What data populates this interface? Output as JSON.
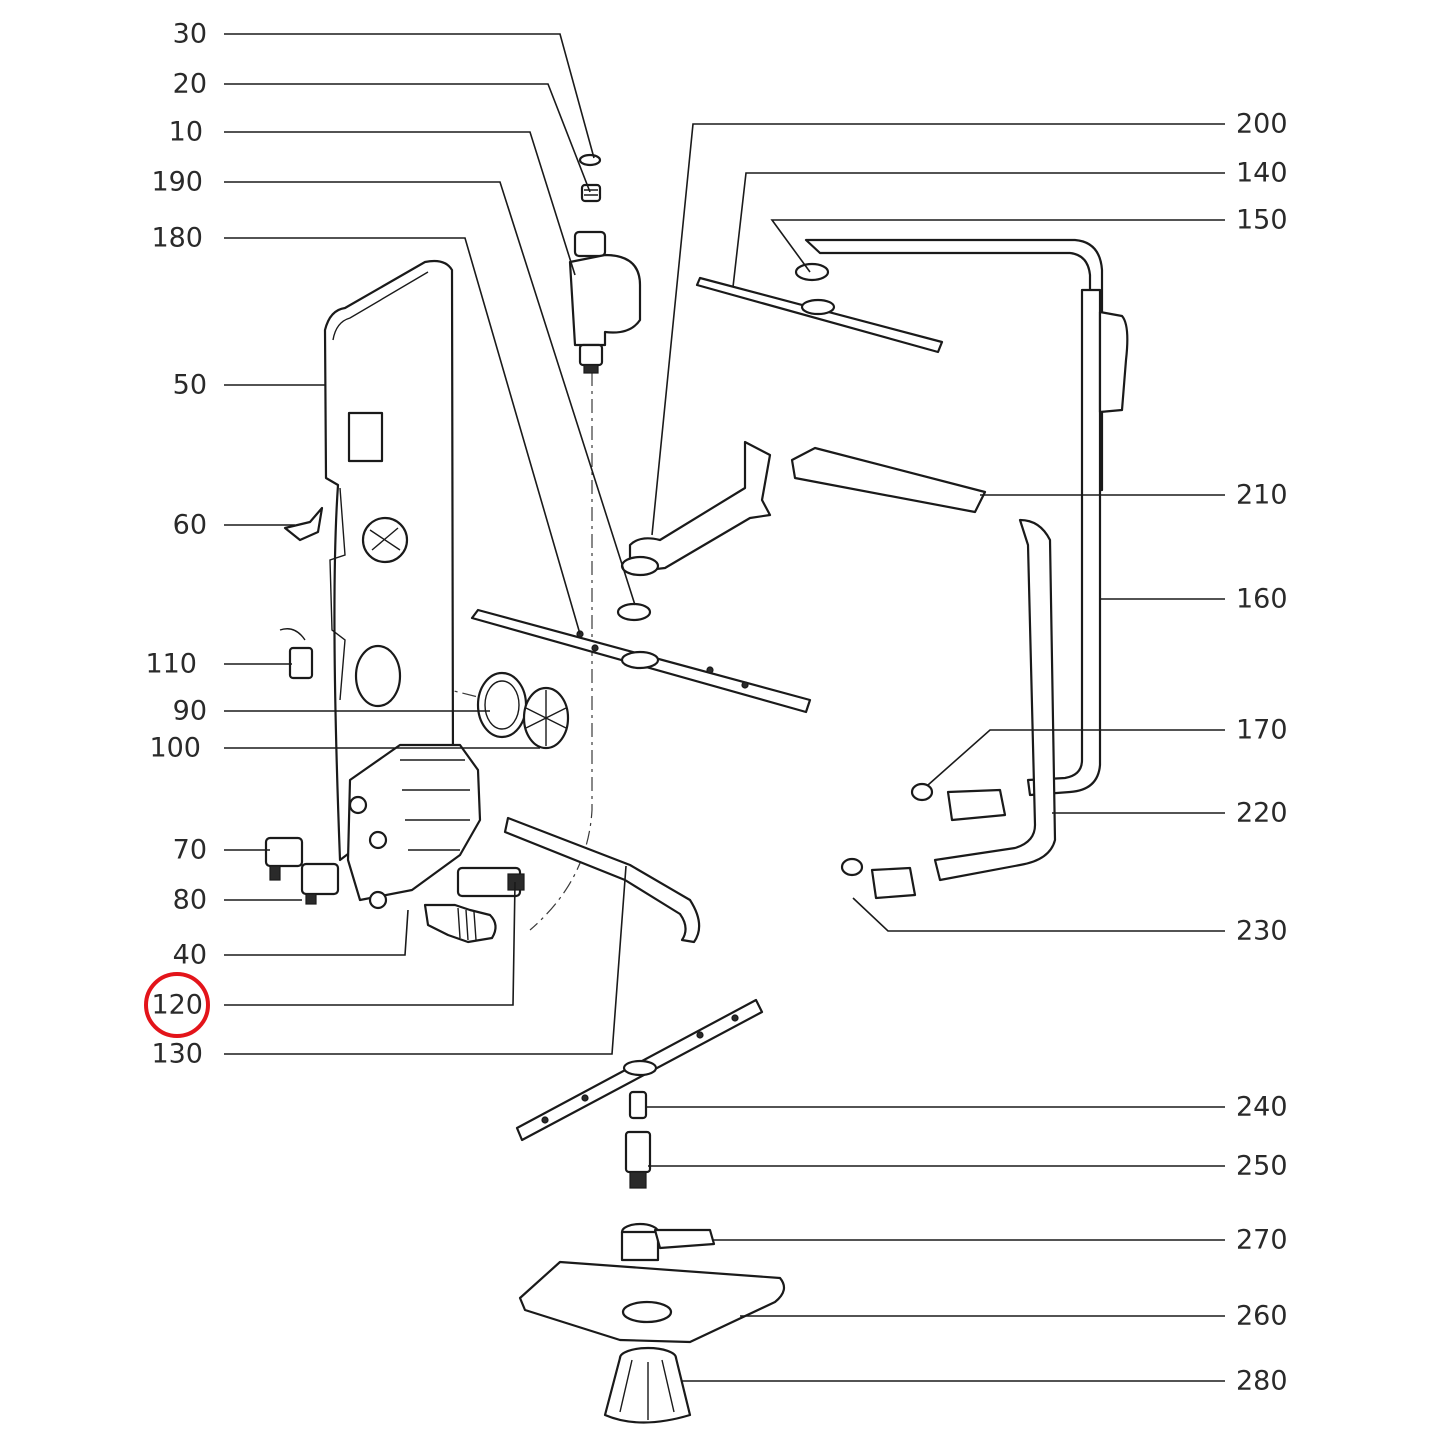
{
  "highlight": {
    "label": "120",
    "color": "#e3141a"
  },
  "line_color": "#1a1a1a",
  "text_color": "#2a2a2a",
  "callouts_left": [
    "30",
    "20",
    "10",
    "190",
    "180",
    "50",
    "60",
    "110",
    "90",
    "100",
    "70",
    "80",
    "40",
    "120",
    "130"
  ],
  "callouts_right": [
    "200",
    "140",
    "150",
    "210",
    "160",
    "170",
    "220",
    "230",
    "240",
    "250",
    "270",
    "260",
    "280"
  ]
}
